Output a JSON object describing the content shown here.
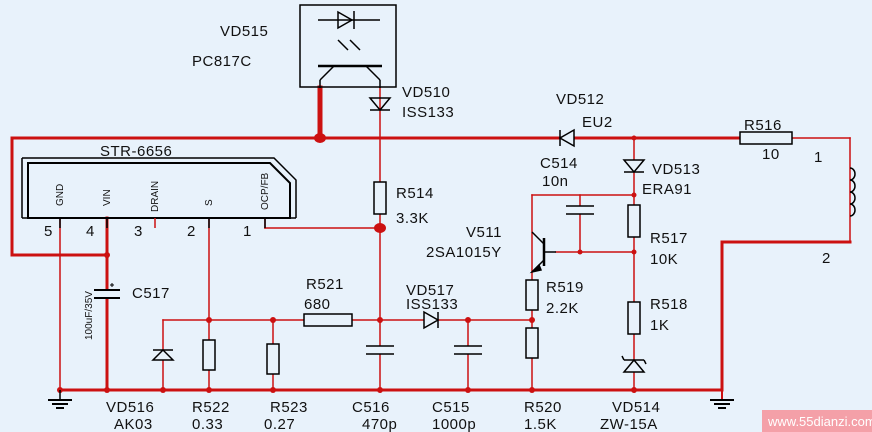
{
  "ic": {
    "name": "STR-6656",
    "pins": [
      {
        "num": "5",
        "func": "GND"
      },
      {
        "num": "4",
        "func": "VIN"
      },
      {
        "num": "3",
        "func": "DRAIN"
      },
      {
        "num": "2",
        "func": "S"
      },
      {
        "num": "1",
        "func": "OCP/FB"
      }
    ]
  },
  "optocoupler": {
    "ref": "VD515",
    "part": "PC817C"
  },
  "components": {
    "vd510": {
      "ref": "VD510",
      "value": "ISS133"
    },
    "vd512": {
      "ref": "VD512",
      "value": "EU2"
    },
    "r516": {
      "ref": "R516",
      "value": "10"
    },
    "c514": {
      "ref": "C514",
      "value": "10n"
    },
    "vd513": {
      "ref": "VD513",
      "value": "ERA91"
    },
    "r514": {
      "ref": "R514",
      "value": "3.3K"
    },
    "v511": {
      "ref": "V511",
      "value": "2SA1015Y"
    },
    "r517": {
      "ref": "R517",
      "value": "10K"
    },
    "r519": {
      "ref": "R519",
      "value": "2.2K"
    },
    "r518": {
      "ref": "R518",
      "value": "1K"
    },
    "r521": {
      "ref": "R521",
      "value": "680"
    },
    "vd517": {
      "ref": "VD517",
      "value": "ISS133"
    },
    "c517": {
      "ref": "C517",
      "value": "100uF/35V"
    }
  },
  "bottom_labels": [
    {
      "ref": "VD516",
      "value": "AK03"
    },
    {
      "ref": "R522",
      "value": "0.33"
    },
    {
      "ref": "R523",
      "value": "0.27"
    },
    {
      "ref": "C516",
      "value": "470p"
    },
    {
      "ref": "C515",
      "value": "1000p"
    },
    {
      "ref": "R520",
      "value": "1.5K"
    },
    {
      "ref": "VD514",
      "value": "ZW-15A"
    }
  ],
  "winding": {
    "pin1": "1",
    "pin2": "2"
  },
  "watermark": "www.55dianzi.com",
  "colors": {
    "wire": "#cc1111",
    "component": "#000000",
    "background": "#e8f2fb"
  }
}
